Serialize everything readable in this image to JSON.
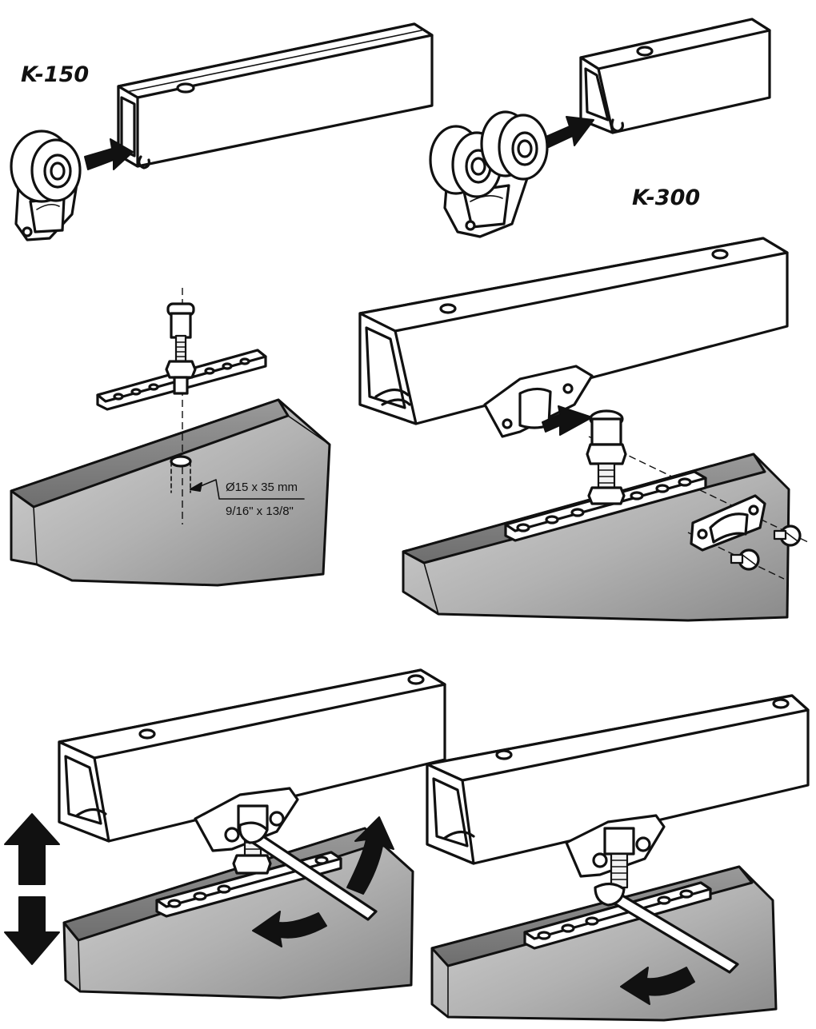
{
  "labels": {
    "model_small": "K-150",
    "model_large": "K-300",
    "drill_metric": "Ø15 x 35 mm",
    "drill_imperial": "9/16\" x 13/8\""
  },
  "colors": {
    "ink": "#111111",
    "wood_light": "#cfcfcf",
    "wood_dark": "#8e8e8e",
    "paper": "#ffffff"
  },
  "panels": [
    {
      "name": "trolley-insertion-k150"
    },
    {
      "name": "trolley-insertion-k300"
    },
    {
      "name": "bracket-mounting-drill"
    },
    {
      "name": "track-bracket-assembly"
    },
    {
      "name": "height-adjustment"
    },
    {
      "name": "final-tightening"
    }
  ]
}
